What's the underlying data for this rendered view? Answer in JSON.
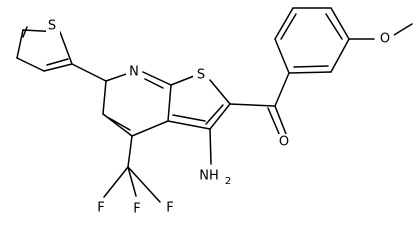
{
  "molecule": {
    "atoms": {
      "thiophene_s": "S",
      "pyridine_n": "N",
      "fused_s": "S",
      "carbonyl_o": "O",
      "methoxy_o": "O",
      "amino": "NH",
      "amino_sub": "2",
      "f_left": "F",
      "f_mid": "F",
      "f_right": "F"
    }
  }
}
